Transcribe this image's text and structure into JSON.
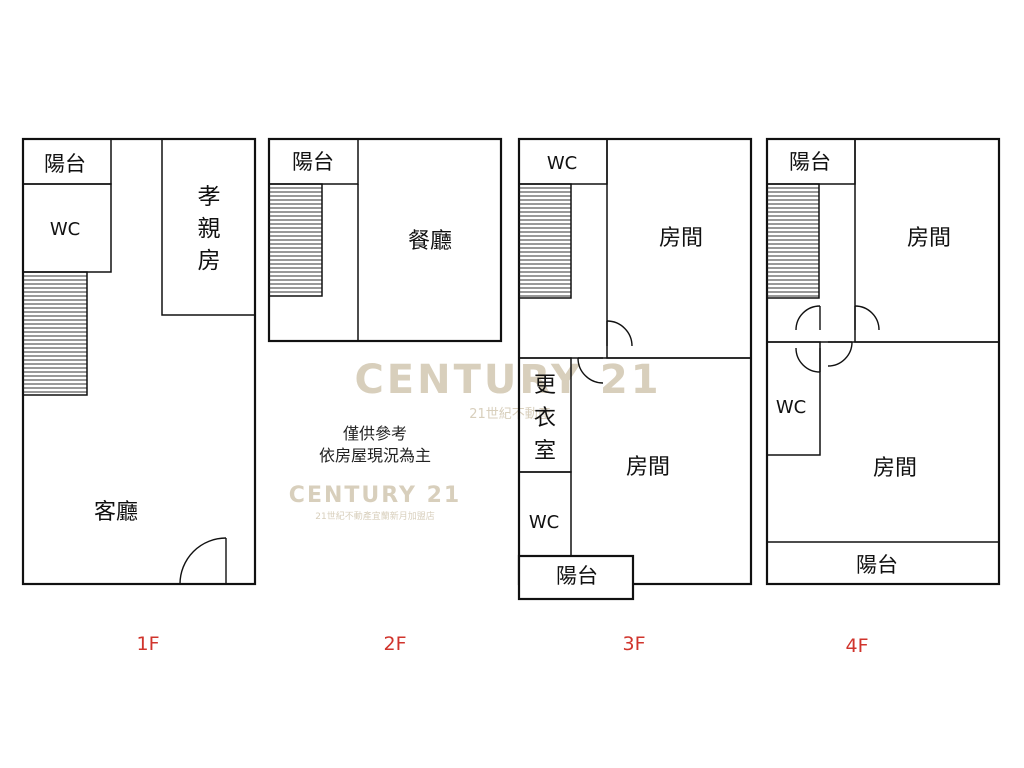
{
  "floors": {
    "f1": {
      "label": "1F",
      "rooms": {
        "balcony": "陽台",
        "wc": "WC",
        "parents_room": [
          "孝",
          "親",
          "房"
        ],
        "living_room": "客廳"
      }
    },
    "f2": {
      "label": "2F",
      "rooms": {
        "balcony": "陽台",
        "dining_room": "餐廳"
      }
    },
    "f3": {
      "label": "3F",
      "rooms": {
        "wc_top": "WC",
        "bedroom_top": "房間",
        "closet": [
          "更",
          "衣",
          "室"
        ],
        "wc_bottom": "WC",
        "bedroom_bottom": "房間",
        "balcony": "陽台"
      }
    },
    "f4": {
      "label": "4F",
      "rooms": {
        "balcony_top": "陽台",
        "bedroom_top": "房間",
        "wc": "WC",
        "bedroom_bottom": "房間",
        "balcony_bottom": "陽台"
      }
    }
  },
  "note": {
    "line1": "僅供參考",
    "line2": "依房屋現況為主"
  },
  "watermark": {
    "brand": "CENTURY 21",
    "brand_sub": "21世紀不動產",
    "brand_small": "CENTURY 21",
    "brand_small_sub": "21世紀不動產宜蘭新月加盟店",
    "color": "#d8cfbc"
  },
  "colors": {
    "floor_label": "#d0342c",
    "wall": "#111111"
  }
}
